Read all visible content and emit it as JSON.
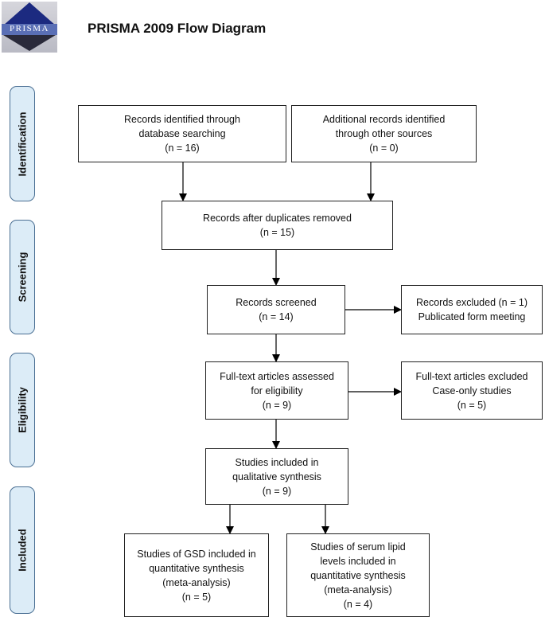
{
  "header": {
    "logo_text": "PRISMA",
    "title": "PRISMA 2009 Flow Diagram"
  },
  "stages": {
    "identification": "Identification",
    "screening": "Screening",
    "eligibility": "Eligibility",
    "included": "Included"
  },
  "boxes": {
    "database_search": "Records identified through\ndatabase searching\n(n = 16)",
    "other_sources": "Additional records identified\nthrough other sources\n(n = 0)",
    "duplicates_removed": "Records after duplicates removed\n(n = 15)",
    "screened": "Records screened\n(n = 14)",
    "excluded": "Records excluded (n = 1)\nPublicated form meeting",
    "fulltext_assessed": "Full-text articles assessed\nfor eligibility\n(n = 9)",
    "fulltext_excluded": "Full-text articles excluded\nCase-only studies\n(n = 5)",
    "qualitative": "Studies included in\nqualitative synthesis\n(n = 9)",
    "gsd_quantitative": "Studies of GSD included in\nquantitative synthesis\n(meta-analysis)\n(n = 5)",
    "lipid_quantitative": "Studies of serum lipid\nlevels included in\nquantitative synthesis\n(meta-analysis)\n(n = 4)"
  }
}
